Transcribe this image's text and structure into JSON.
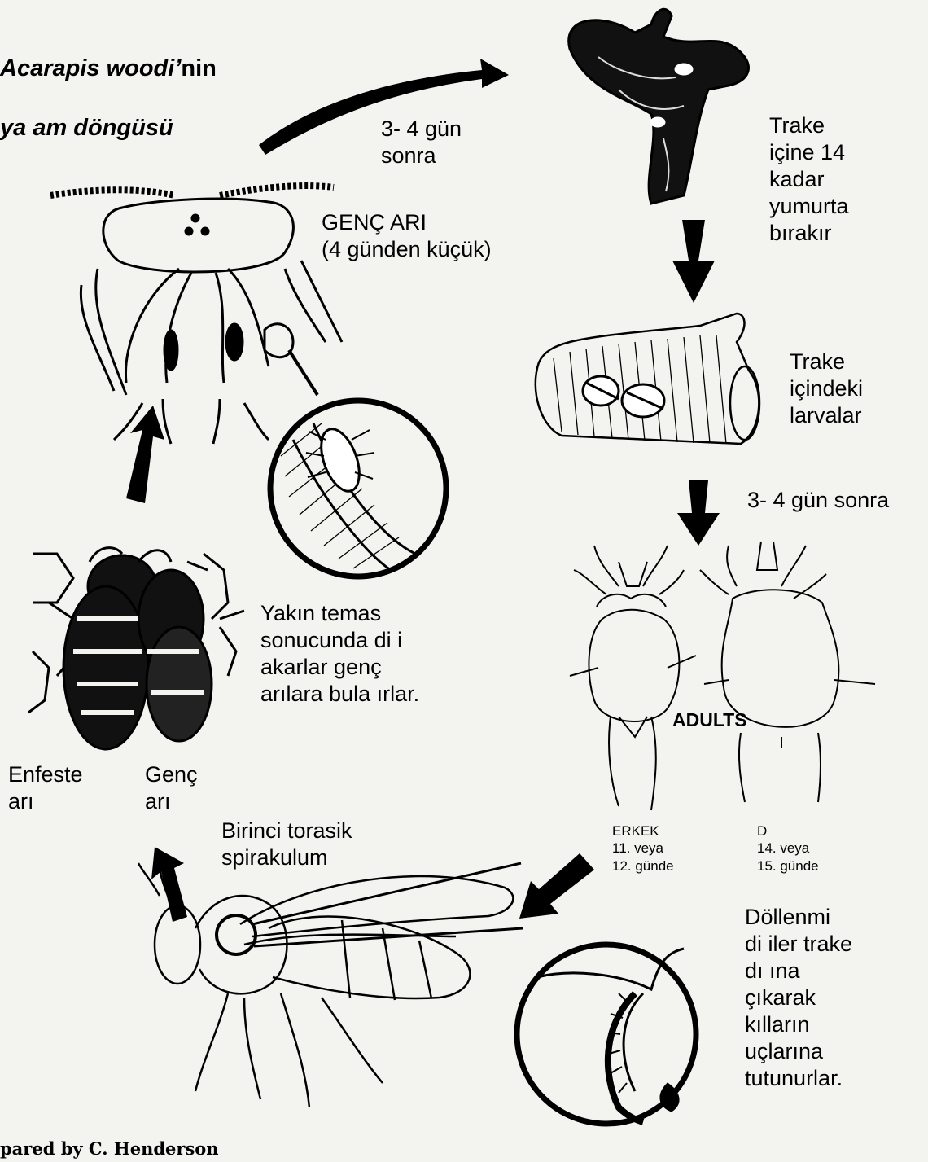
{
  "title": {
    "line1_italic": "Acarapis woodi’",
    "line1_rest": "nin",
    "line2": "ya  am döngüsü"
  },
  "labels": {
    "after_days_top": "3- 4 gün\nsonra",
    "trachea_eggs": "Trake\niçine 14\nkadar\nyumurta\nbırakır",
    "young_bee": "GENÇ ARI\n(4 günden küçük)",
    "trachea_larvae": "Trake\niçindeki\nlarvalar",
    "after_days_mid": "3- 4 gün sonra",
    "close_contact": "Yakın temas\nsonucunda di  i\nakarlar genç\narılara bula  ırlar.",
    "infested_bee": "Enfeste\narı",
    "young_bee2": "Genç\narı",
    "spiracle": "Birinci torasik\nspirakulum",
    "male": "ERKEK\n11. veya\n12. günde",
    "female": "D\n14. veya\n15. günde",
    "adults": "ADULTS",
    "fertilized": "Döllenmi\ndi  iler trake\ndı  ına\nçıkarak\nkılların\nuçlarına\ntutunurlar.",
    "credit": "pared by C. Henderson"
  },
  "colors": {
    "ink": "#000000",
    "paper": "#f3f3ef"
  }
}
